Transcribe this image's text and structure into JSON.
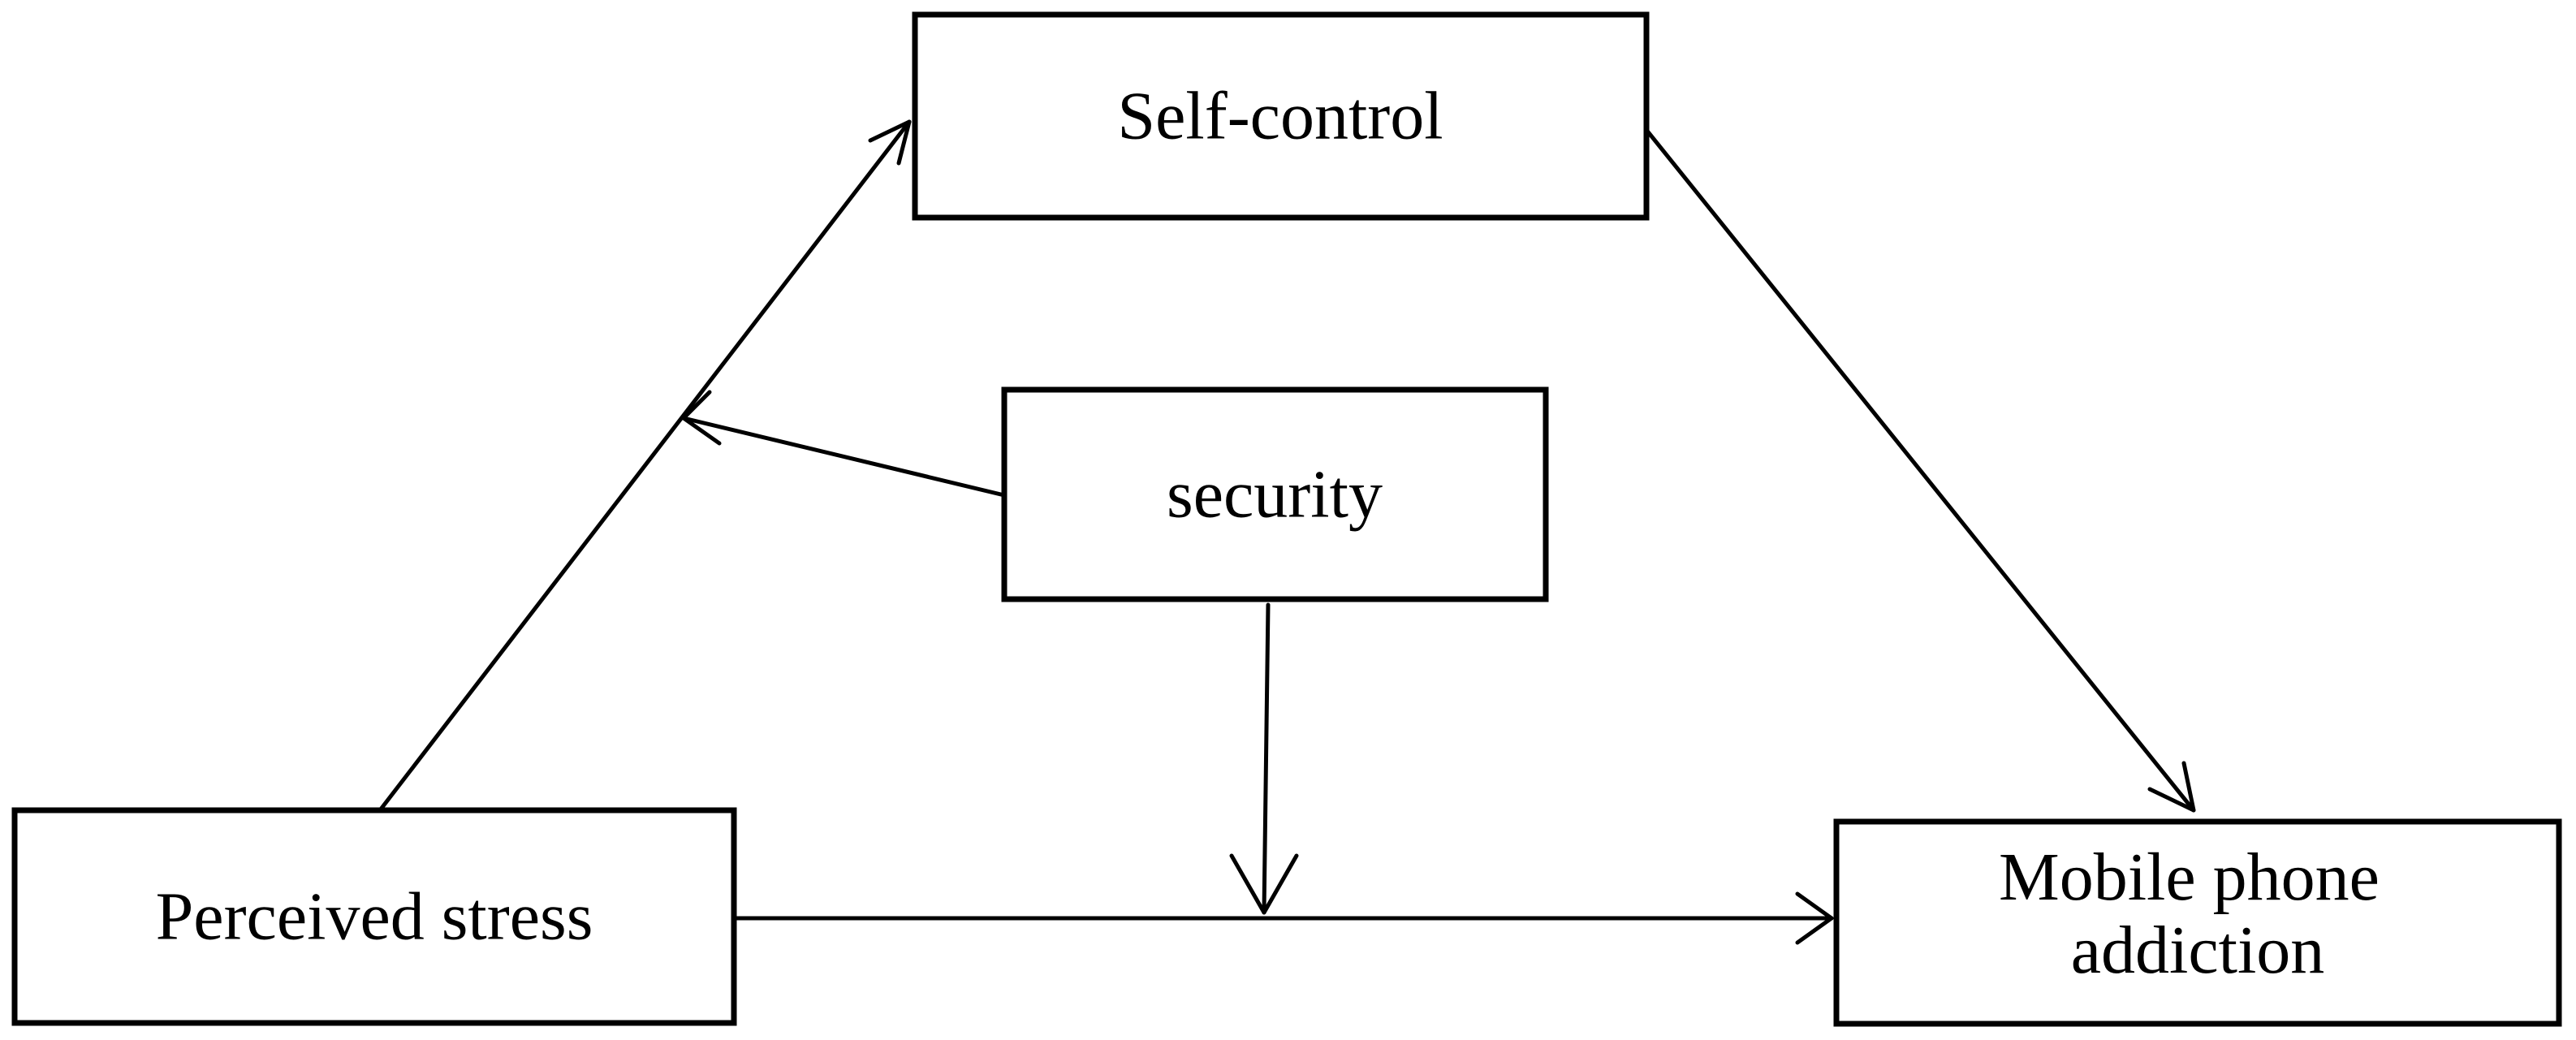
{
  "nodes": {
    "self_control": {
      "label": "Self-control"
    },
    "security": {
      "label": "security"
    },
    "perceived_stress": {
      "label": "Perceived stress"
    },
    "mobile_phone_addiction": {
      "lines": [
        "Mobile phone",
        "addiction"
      ]
    }
  },
  "edges": [
    {
      "from": "Perceived stress",
      "to": "Self-control",
      "type": "path"
    },
    {
      "from": "Self-control",
      "to": "Mobile phone addiction",
      "type": "path"
    },
    {
      "from": "Perceived stress",
      "to": "Mobile phone addiction",
      "type": "path"
    },
    {
      "from": "security",
      "to": "Perceived stress → Self-control",
      "type": "moderation"
    },
    {
      "from": "security",
      "to": "Perceived stress → Mobile phone addiction",
      "type": "moderation"
    }
  ],
  "colors": {
    "stroke": "#000000",
    "background": "#ffffff"
  }
}
